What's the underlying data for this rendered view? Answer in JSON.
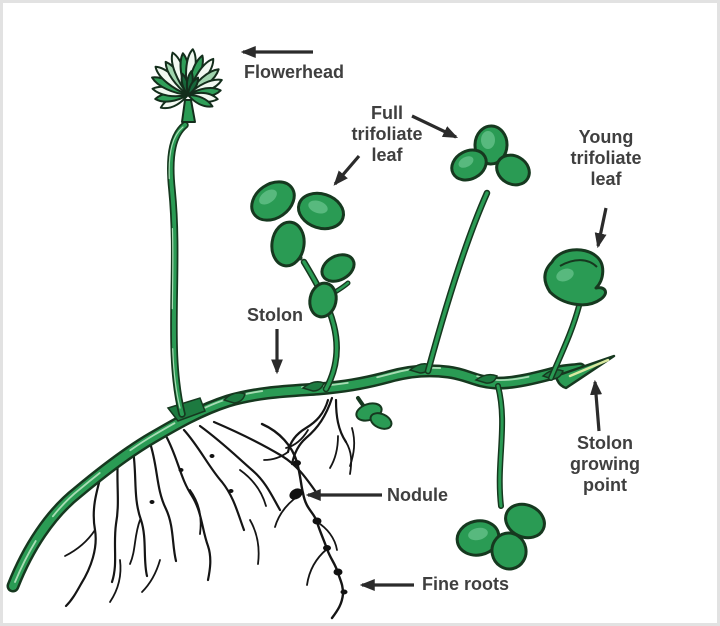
{
  "figure": {
    "type": "botanical-diagram",
    "subject": "White clover plant structure",
    "background": "#ffffff",
    "colors": {
      "leaf_green": "#2a9b54",
      "leaf_green_dark": "#1d7a40",
      "outline_dark": "#16381f",
      "stem_highlight": "#a8dcb4",
      "growing_tip_highlight": "#d9e8a0",
      "root_black": "#151515",
      "label_text": "#3f3f3f",
      "arrow": "#2b2b2b",
      "petal_white": "#f2f8f1"
    },
    "labels": {
      "flowerhead": "Flowerhead",
      "full_trifoliate_leaf": "Full\ntrifoliate\nleaf",
      "young_trifoliate_leaf": "Young\ntrifoliate\nleaf",
      "stolon": "Stolon",
      "stolon_growing_point": "Stolon\ngrowing\npoint",
      "nodule": "Nodule",
      "fine_roots": "Fine roots"
    }
  }
}
